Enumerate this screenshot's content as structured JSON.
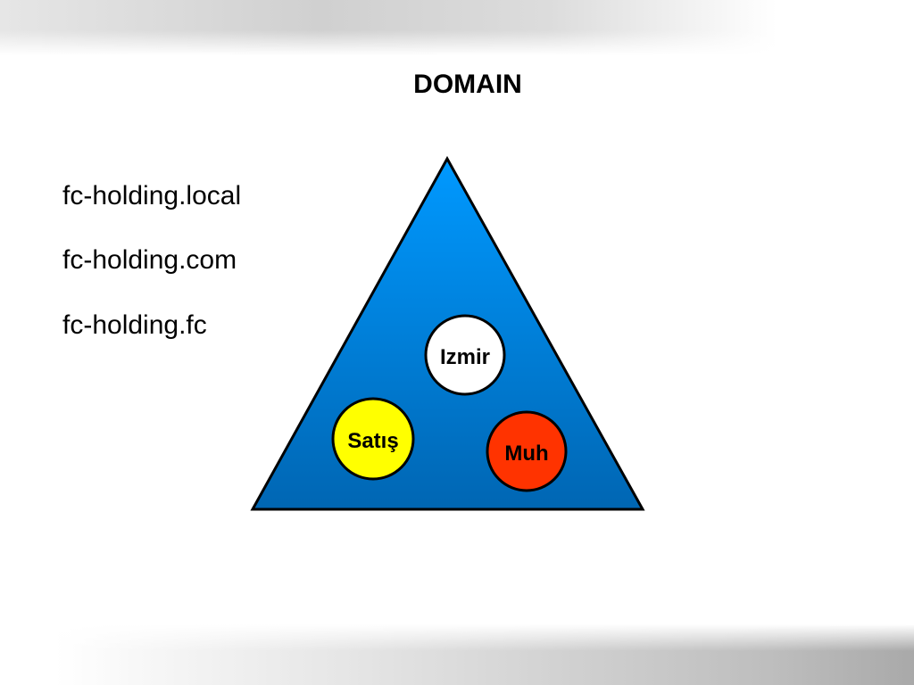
{
  "title": "DOMAIN",
  "domains": [
    "fc-holding.local",
    "fc-holding.com",
    "fc-holding.fc"
  ],
  "nodes": [
    {
      "label": "Izmir",
      "color": "#ffffff"
    },
    {
      "label": "Satış",
      "color": "#ffff00"
    },
    {
      "label": "Muh",
      "color": "#ff3300"
    }
  ],
  "colors": {
    "triangle_top": "#0099ff",
    "triangle_bottom": "#0066b3",
    "outline": "#000000"
  }
}
